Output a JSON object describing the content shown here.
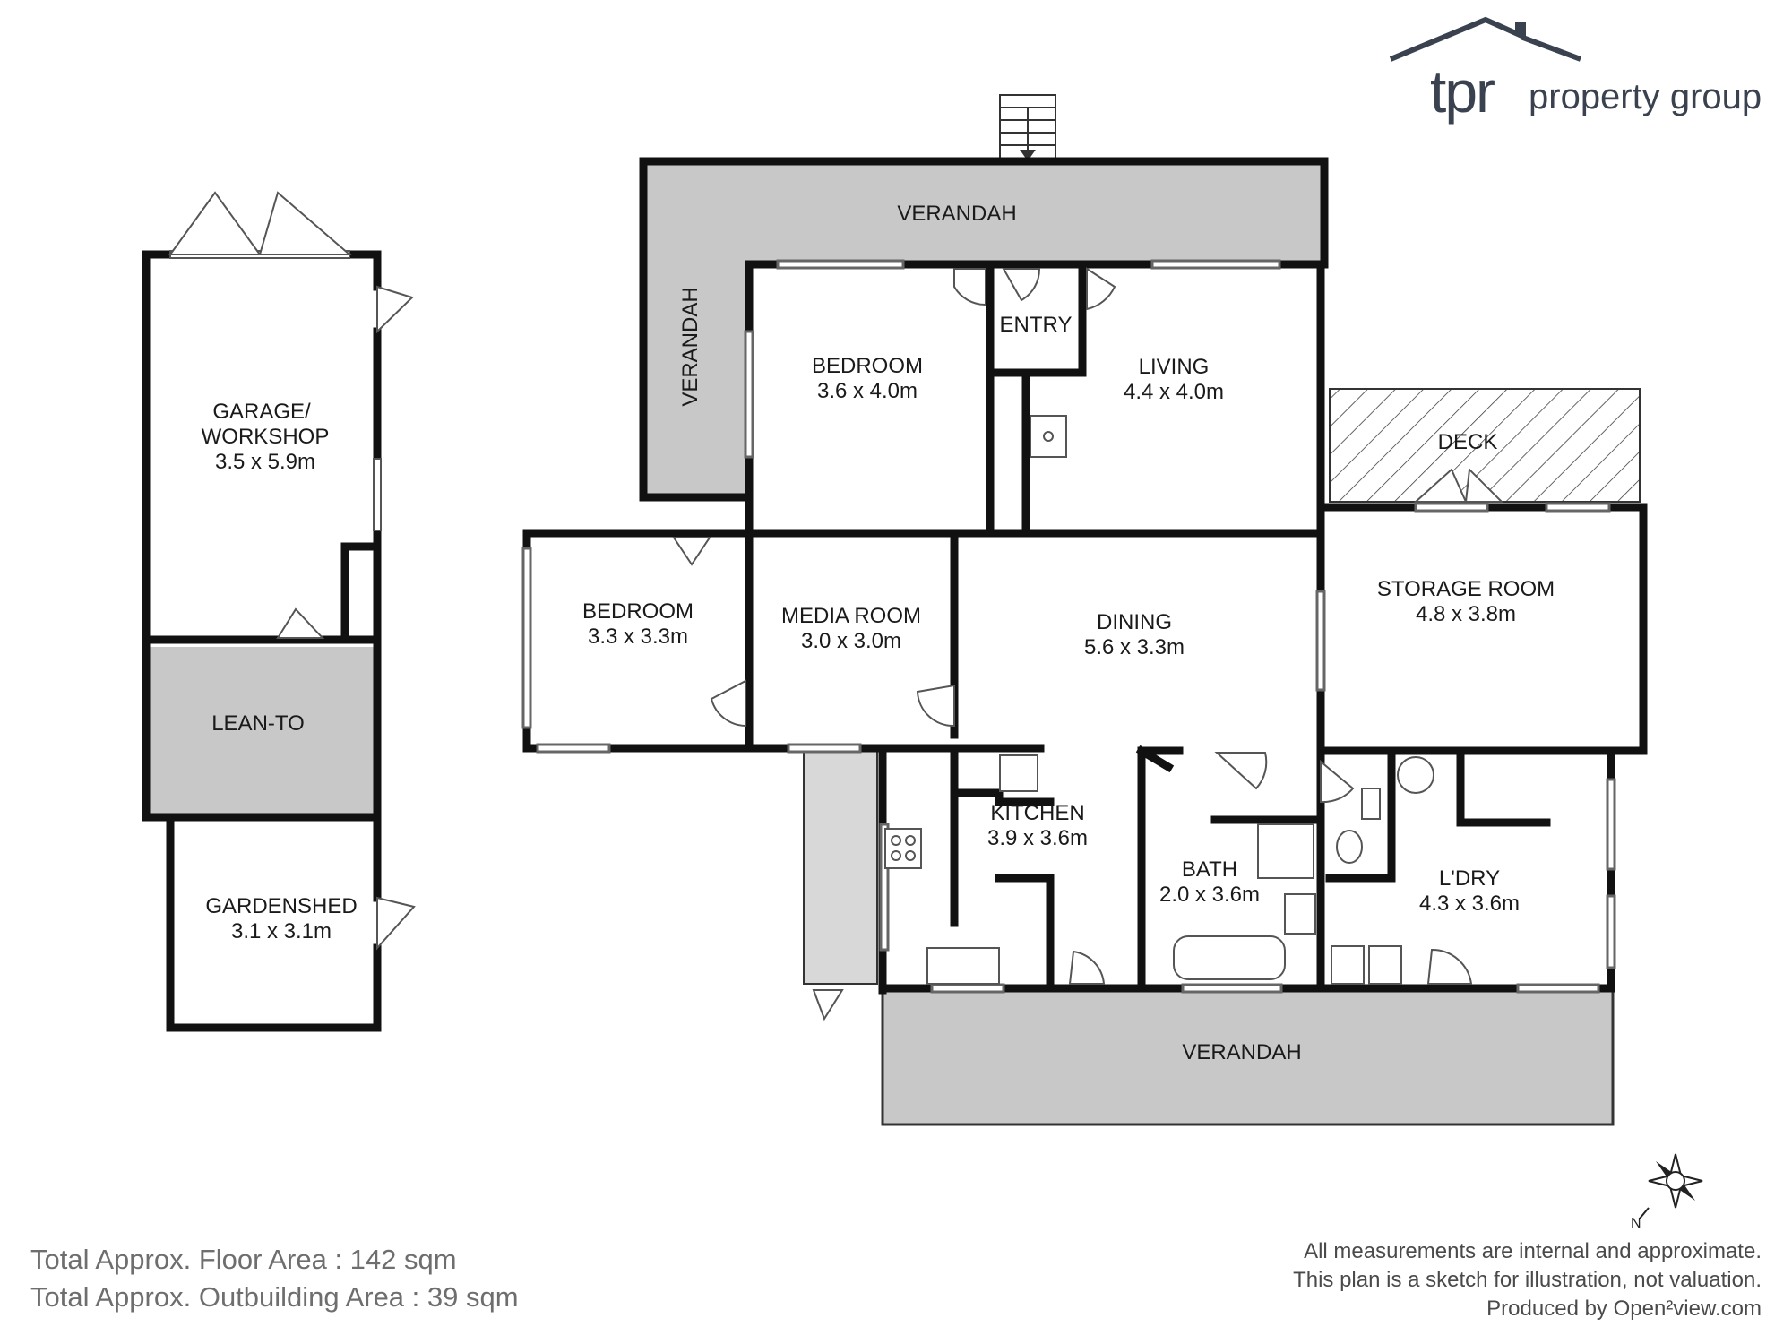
{
  "logo": {
    "mark": "tpr",
    "tagline": "property group",
    "icon": "house-roof-icon"
  },
  "rooms": {
    "verandah_top": "VERANDAH",
    "verandah_side": "VERANDAH",
    "verandah_bottom": "VERANDAH",
    "entry": "ENTRY",
    "bedroom1_name": "BEDROOM",
    "bedroom1_size": "3.6 x 4.0m",
    "living_name": "LIVING",
    "living_size": "4.4 x 4.0m",
    "deck": "DECK",
    "bedroom2_name": "BEDROOM",
    "bedroom2_size": "3.3 x 3.3m",
    "media_name": "MEDIA ROOM",
    "media_size": "3.0 x 3.0m",
    "dining_name": "DINING",
    "dining_size": "5.6 x 3.3m",
    "storage_name": "STORAGE ROOM",
    "storage_size": "4.8 x 3.8m",
    "kitchen_name": "KITCHEN",
    "kitchen_size": "3.9 x 3.6m",
    "bath_name": "BATH",
    "bath_size": "2.0 x 3.6m",
    "laundry_name": "L'DRY",
    "laundry_size": "4.3 x 3.6m",
    "garage_name1": "GARAGE/",
    "garage_name2": "WORKSHOP",
    "garage_size": "3.5 x 5.9m",
    "leanto": "LEAN-TO",
    "gardenshed_name": "GARDENSHED",
    "gardenshed_size": "3.1 x 3.1m"
  },
  "footer": {
    "floor_area": "Total Approx. Floor Area : 142 sqm",
    "outbuilding_area": "Total Approx. Outbuilding Area : 39 sqm",
    "disclaimer1": "All measurements are internal and approximate.",
    "disclaimer2": "This plan is a sketch for illustration, not valuation.",
    "produced_by": "Produced by Open²view.com"
  },
  "compass": {
    "icon": "compass-rose-icon",
    "north_label": "N"
  },
  "colors": {
    "wall": "#111111",
    "shaded": "#c8c8c8",
    "text": "#1a1a1a"
  }
}
